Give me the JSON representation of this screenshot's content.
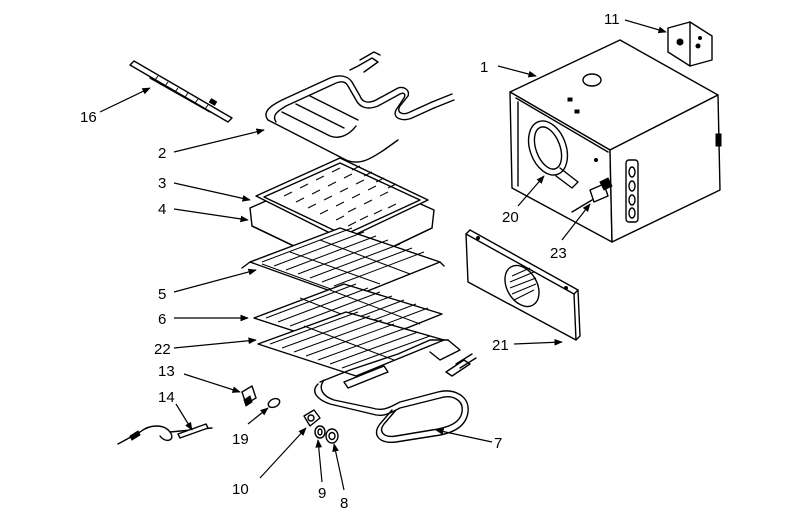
{
  "callouts": [
    {
      "id": "1",
      "label": "1"
    },
    {
      "id": "2",
      "label": "2"
    },
    {
      "id": "3",
      "label": "3"
    },
    {
      "id": "4",
      "label": "4"
    },
    {
      "id": "5",
      "label": "5"
    },
    {
      "id": "6",
      "label": "6"
    },
    {
      "id": "7",
      "label": "7"
    },
    {
      "id": "8",
      "label": "8"
    },
    {
      "id": "9",
      "label": "9"
    },
    {
      "id": "10",
      "label": "10"
    },
    {
      "id": "11",
      "label": "11"
    },
    {
      "id": "13",
      "label": "13"
    },
    {
      "id": "14",
      "label": "14"
    },
    {
      "id": "16",
      "label": "16"
    },
    {
      "id": "19",
      "label": "19"
    },
    {
      "id": "20",
      "label": "20"
    },
    {
      "id": "21",
      "label": "21"
    },
    {
      "id": "22",
      "label": "22"
    },
    {
      "id": "23",
      "label": "23"
    }
  ]
}
